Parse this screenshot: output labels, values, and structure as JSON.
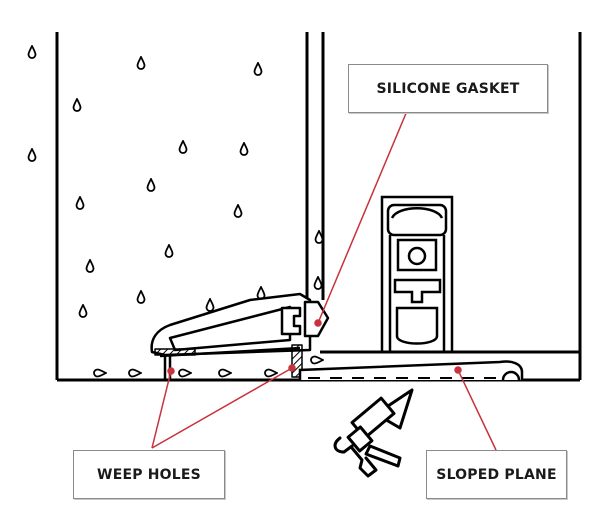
{
  "labels": {
    "silicone_gasket": "SILICONE GASKET",
    "weep_holes": "WEEP HOLES",
    "sloped_plane": "SLOPED PLANE"
  },
  "colors": {
    "line": "#000000",
    "leader": "#c8323c",
    "background": "#ffffff",
    "label_border": "#8a8a8a"
  },
  "icons": {
    "rain_drops": "water-drop-icon",
    "tool": "caulking-gun-icon"
  }
}
